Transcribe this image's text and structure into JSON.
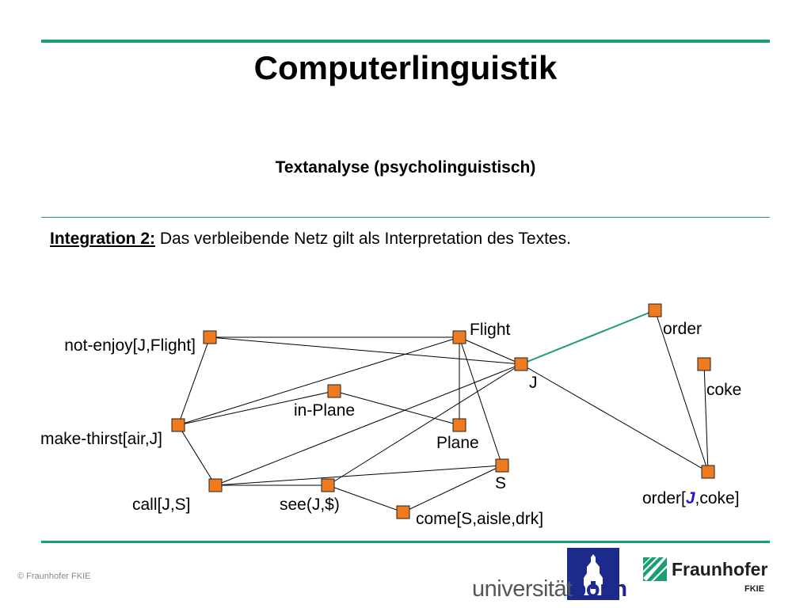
{
  "slide": {
    "title": "Computerlinguistik",
    "subtitle": "Textanalyse (psycholinguistisch)",
    "intro_lead": "Integration 2:",
    "intro_text": " Das verbleibende Netz gilt als Interpretation des Textes."
  },
  "colors": {
    "rule": "#1a9e73",
    "node_fill": "#f07b1e",
    "node_stroke": "#222222",
    "highlight_edge": "#1a9e73",
    "highlight_text": "#1a1adb"
  },
  "diagram": {
    "nodes": [
      {
        "id": "not-enjoy",
        "label": "not-enjoy[J,Flight]"
      },
      {
        "id": "flight",
        "label": "Flight"
      },
      {
        "id": "j",
        "label": "J"
      },
      {
        "id": "order",
        "label": "order"
      },
      {
        "id": "coke",
        "label": "coke"
      },
      {
        "id": "in-plane",
        "label": "in-Plane"
      },
      {
        "id": "plane",
        "label": "Plane"
      },
      {
        "id": "make-thirst",
        "label": "make-thirst[air,J]"
      },
      {
        "id": "s",
        "label": "S"
      },
      {
        "id": "call",
        "label": "call[J,S]"
      },
      {
        "id": "see",
        "label": "see(J,$)"
      },
      {
        "id": "come",
        "label": "come[S,aisle,drk]"
      },
      {
        "id": "order-j-coke",
        "label_parts": [
          "order[",
          "J",
          ",coke]"
        ]
      }
    ],
    "edges": [
      {
        "from": "not-enjoy",
        "to": "flight"
      },
      {
        "from": "not-enjoy",
        "to": "j"
      },
      {
        "from": "not-enjoy",
        "to": "make-thirst"
      },
      {
        "from": "flight",
        "to": "make-thirst"
      },
      {
        "from": "flight",
        "to": "j"
      },
      {
        "from": "flight",
        "to": "plane"
      },
      {
        "from": "flight",
        "to": "s"
      },
      {
        "from": "j",
        "to": "order",
        "highlight": true
      },
      {
        "from": "j",
        "to": "order-j-coke"
      },
      {
        "from": "j",
        "to": "call"
      },
      {
        "from": "j",
        "to": "see"
      },
      {
        "from": "in-plane",
        "to": "make-thirst"
      },
      {
        "from": "in-plane",
        "to": "plane"
      },
      {
        "from": "make-thirst",
        "to": "call"
      },
      {
        "from": "call",
        "to": "see"
      },
      {
        "from": "call",
        "to": "s"
      },
      {
        "from": "see",
        "to": "come"
      },
      {
        "from": "come",
        "to": "s"
      },
      {
        "from": "order",
        "to": "order-j-coke"
      },
      {
        "from": "coke",
        "to": "order-j-coke"
      }
    ]
  },
  "footer": {
    "copyright": "© Fraunhofer FKIE",
    "uni_regular": "universität",
    "uni_bold": "bonn",
    "fraunhofer": "Fraunhofer",
    "fraunhofer_sub": "FKIE"
  }
}
